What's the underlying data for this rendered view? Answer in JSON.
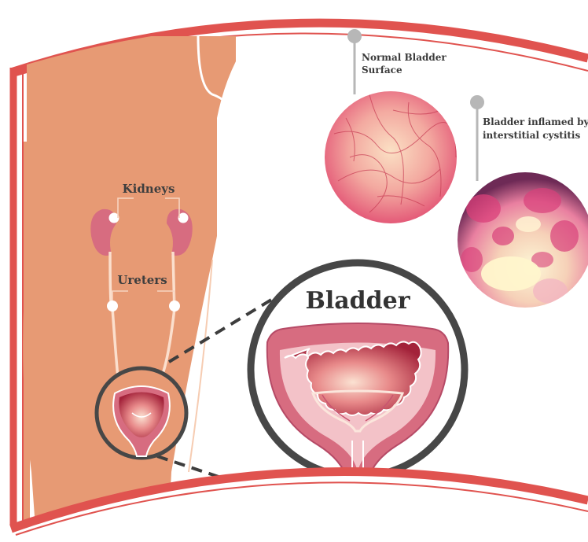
{
  "labels": {
    "kidneys": "Kidneys",
    "ureters": "Ureters",
    "bladder_title": "Bladder",
    "normal_line1": "Normal Bladder",
    "normal_line2": "Surface",
    "inflamed_line1": "Bladder inflamed by",
    "inflamed_line2": "interstitial cystitis"
  },
  "colors": {
    "frame": "#e0534f",
    "skin": "#e79a74",
    "skin_outline": "#ffffff",
    "organ": "#d76c80",
    "lens_border": "#474747",
    "pin": "#b7b7b7"
  }
}
